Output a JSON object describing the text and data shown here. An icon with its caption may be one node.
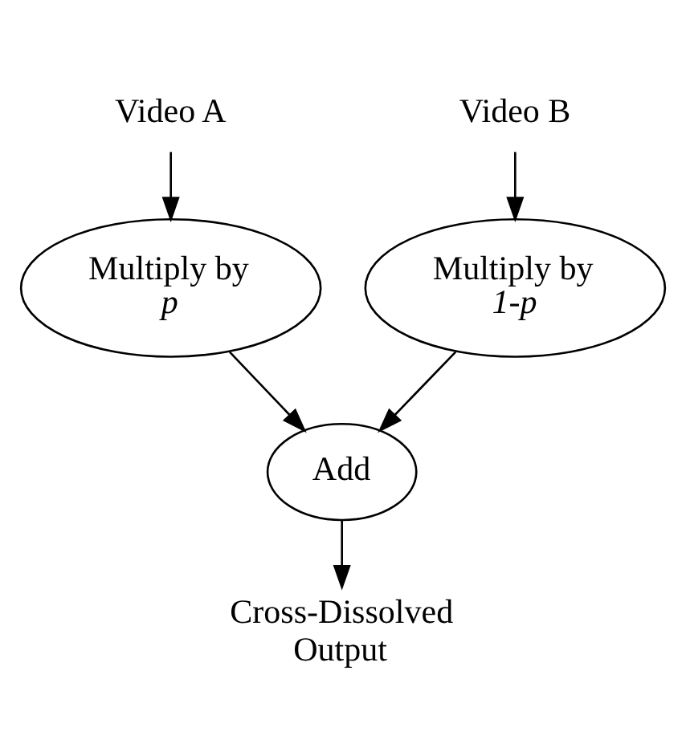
{
  "diagram": {
    "nodes": [
      {
        "text": [
          "Video A"
        ]
      },
      {
        "text": [
          "Video B"
        ]
      },
      {
        "text": [
          "Multiply by *p*"
        ]
      },
      {
        "text": [
          "Multiply by *1-p*"
        ]
      },
      {
        "text": [
          "Add"
        ]
      },
      {
        "text": [
          "Cross-Dissolved Output"
        ]
      }
    ],
    "edges": [
      {
        "from": 0,
        "to": 2,
        "arrow": "to"
      },
      {
        "from": 1,
        "to": 3,
        "arrow": "to"
      },
      {
        "from": 2,
        "to": 4,
        "arrow": "to"
      },
      {
        "from": 3,
        "to": 4,
        "arrow": "to"
      },
      {
        "from": 4,
        "to": 5,
        "arrow": "to"
      }
    ]
  }
}
